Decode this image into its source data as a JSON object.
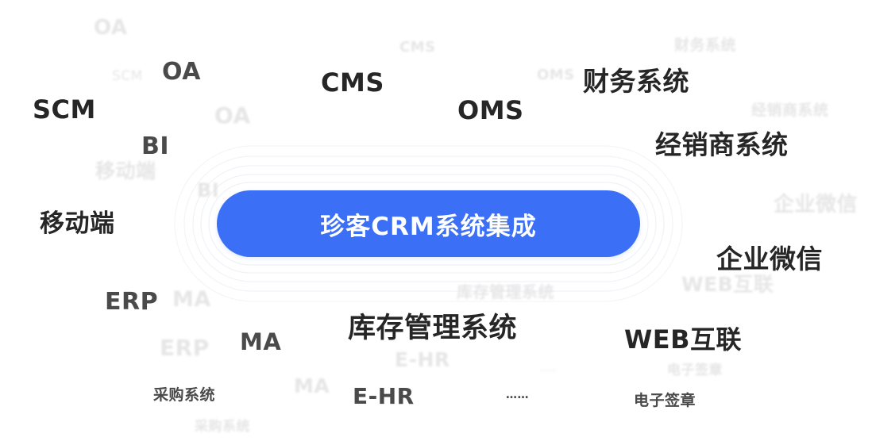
{
  "center": {
    "title": "珍客CRM系统集成",
    "color": "#3b6ff5"
  },
  "systems": [
    {
      "id": "scm",
      "label": "SCM"
    },
    {
      "id": "oa",
      "label": "OA"
    },
    {
      "id": "bi",
      "label": "BI"
    },
    {
      "id": "mobile",
      "label": "移动端"
    },
    {
      "id": "erp",
      "label": "ERP"
    },
    {
      "id": "ma",
      "label": "MA"
    },
    {
      "id": "procurement",
      "label": "采购系统"
    },
    {
      "id": "cms",
      "label": "CMS"
    },
    {
      "id": "oms",
      "label": "OMS"
    },
    {
      "id": "finance",
      "label": "财务系统"
    },
    {
      "id": "dealer",
      "label": "经销商系统"
    },
    {
      "id": "wecom",
      "label": "企业微信"
    },
    {
      "id": "inventory",
      "label": "库存管理系统"
    },
    {
      "id": "ehr",
      "label": "E-HR"
    },
    {
      "id": "more",
      "label": "……"
    },
    {
      "id": "web",
      "label": "WEB互联"
    },
    {
      "id": "esign",
      "label": "电子签章"
    }
  ],
  "ghosts": [
    {
      "label": "OA"
    },
    {
      "label": "SCM"
    },
    {
      "label": "OA"
    },
    {
      "label": "移动端"
    },
    {
      "label": "BI"
    },
    {
      "label": "CMS"
    },
    {
      "label": "OMS"
    },
    {
      "label": "财务系统"
    },
    {
      "label": "经销商系统"
    },
    {
      "label": "企业微信"
    },
    {
      "label": "WEB互联"
    },
    {
      "label": "库存管理系统"
    },
    {
      "label": "MA"
    },
    {
      "label": "ERP"
    },
    {
      "label": "MA"
    },
    {
      "label": "E-HR"
    },
    {
      "label": "……"
    },
    {
      "label": "电子签章"
    },
    {
      "label": "采购系统"
    }
  ]
}
